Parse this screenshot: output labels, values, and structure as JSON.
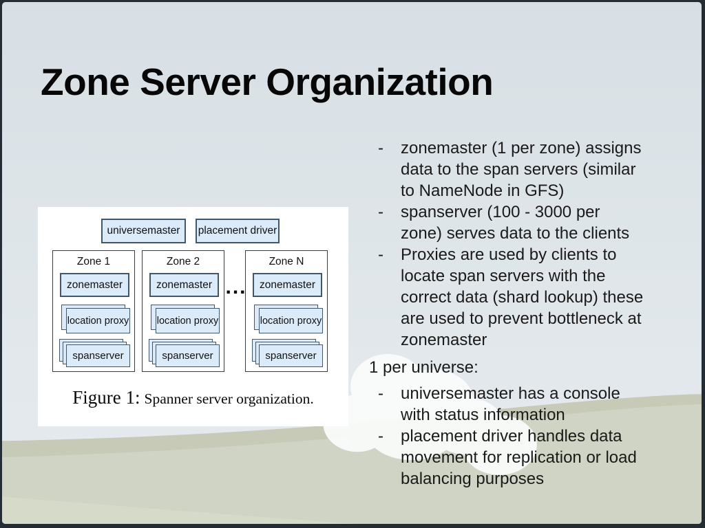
{
  "title": "Zone Server Organization",
  "bullet_marker": "-",
  "bullets_group1": [
    "zonemaster (1 per zone) assigns\ndata to the span servers (similar\nto NameNode in GFS)",
    "spanserver (100 - 3000 per\nzone) serves data to the clients",
    "Proxies are used by clients to\nlocate span servers with the\ncorrect data (shard lookup) these\nare used to prevent bottleneck at\nzonemaster"
  ],
  "universe_heading": "1 per universe:",
  "bullets_group2": [
    "universemaster has a console\nwith status information",
    "placement driver handles data\nmovement for replication or load\nbalancing purposes"
  ],
  "figure": {
    "top_boxes": {
      "universemaster": "universemaster",
      "placement_driver": "placement driver"
    },
    "zones": [
      {
        "label": "Zone 1"
      },
      {
        "label": "Zone 2"
      },
      {
        "label": "Zone N"
      }
    ],
    "box_labels": {
      "zonemaster": "zonemaster",
      "location_proxy": "location proxy",
      "spanserver": "spanserver"
    },
    "ellipsis": "...",
    "caption_prefix": "Figure 1:",
    "caption_text": "Spanner server organization."
  },
  "colors": {
    "diagram_box_fill": "#dcebf9",
    "diagram_box_border": "#3f566b",
    "hill_dark": "#c6cab7",
    "hill_light": "#cfd4c4",
    "sky": "#dde4e8",
    "frame": "#232d33",
    "text": "#1a1a1a"
  }
}
